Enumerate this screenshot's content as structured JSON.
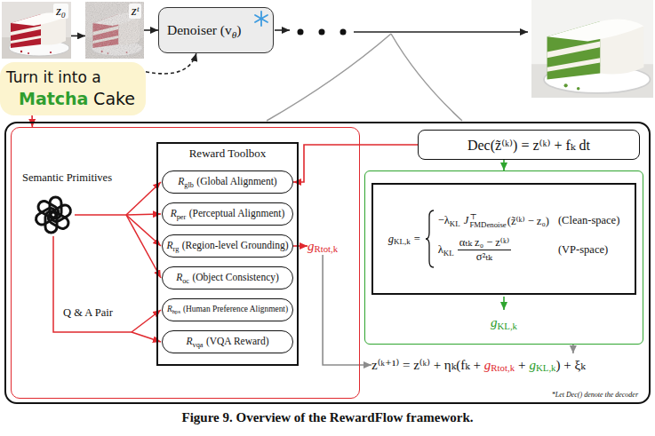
{
  "diagram": {
    "caption": "Figure 9. Overview of the RewardFlow framework.",
    "nodes": [
      {
        "text": [
          "z₀"
        ]
      },
      {
        "text": [
          "zᵗ"
        ]
      },
      {
        "text": [
          "Denoiser (v",
          "θ",
          ")"
        ]
      },
      {
        "text": [
          "Turn it into a",
          "Matcha",
          "Cake"
        ]
      },
      {
        "text": [
          "*Let Dec() denote the decoder"
        ]
      },
      {
        "text": [
          "Semantic Primitives",
          "Q & A Pair"
        ],
        "in": 4
      },
      {
        "text": [
          "Reward Toolbox"
        ],
        "in": 5
      },
      {
        "text": [
          "R",
          "glb",
          "(Global Alignment)"
        ],
        "in": 6
      },
      {
        "text": [
          "R",
          "per",
          "(Perceptual Alignment)"
        ],
        "in": 6
      },
      {
        "text": [
          "R",
          "rg",
          "(Region-level Grounding)"
        ],
        "in": 6
      },
      {
        "text": [
          "R",
          "oc",
          "(Object Consistency)"
        ],
        "in": 6
      },
      {
        "text": [
          "R",
          "hps",
          "(Human Preference Alignment)"
        ],
        "in": 6
      },
      {
        "text": [
          "R",
          "vqa",
          "(VQA Reward)"
        ],
        "in": 6
      },
      {
        "text": [
          "g",
          "Rtot,k"
        ],
        "in": 5
      },
      {
        "text": [
          "Dec(z̃⁽ᵏ⁾) = z⁽ᵏ⁾ + fₖ dt"
        ],
        "in": 4
      },
      {
        "text": [
          "g",
          "KL,k"
        ],
        "in": 4
      },
      {
        "text": [
          "g",
          "KL,k",
          "=",
          "−λ",
          "KL",
          "J",
          "⊤",
          "FMDenoise",
          "(z̃⁽ᵏ⁾ − z₀)",
          "(Clean-space)",
          "λ",
          "KL",
          "αₜₖ z₀ − z⁽ᵏ⁾",
          "σ²ₜₖ",
          "(VP-space)"
        ],
        "in": 15
      },
      {
        "text": [
          "z⁽ᵏ⁺¹⁾ = z⁽ᵏ⁾ + ηₖ(fₖ +",
          "g",
          "Rtot,k",
          "+",
          "g",
          "KL,k",
          ") + ξₖ"
        ],
        "in": 4
      }
    ],
    "edges": [
      {
        "from": 0,
        "to": 1,
        "arrow": "to"
      },
      {
        "from": 1,
        "to": 2,
        "arrow": "to"
      },
      {
        "from": 3,
        "to": 2,
        "arrow": "to"
      },
      {
        "from": 3,
        "to": 5,
        "arrow": "to"
      },
      {
        "from": 14,
        "to": 7,
        "arrow": "to"
      },
      {
        "from": 14,
        "to": 15,
        "arrow": "to"
      },
      {
        "from": 9,
        "to": 13,
        "arrow": "to"
      },
      {
        "from": 13,
        "to": 17,
        "arrow": "to"
      },
      {
        "from": 15,
        "to": 17,
        "arrow": "to"
      }
    ]
  }
}
